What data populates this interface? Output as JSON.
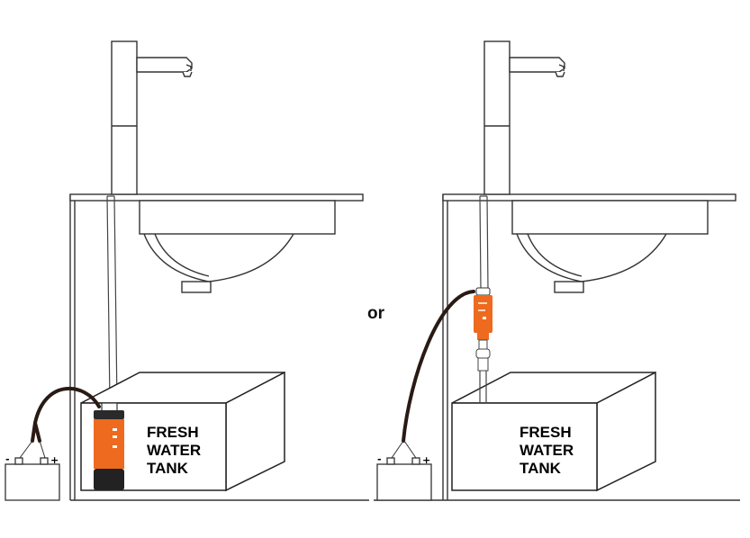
{
  "left_panel": {
    "tank_label_lines": [
      "FRESH",
      "WATER",
      "TANK"
    ],
    "battery": {
      "minus": "-",
      "plus": "+"
    }
  },
  "separator_text": "or",
  "right_panel": {
    "tank_label_lines": [
      "FRESH",
      "WATER",
      "TANK"
    ],
    "battery": {
      "minus": "-",
      "plus": "+"
    }
  },
  "colors": {
    "pump_orange": "#ee6a1e",
    "pump_dark": "#222222",
    "cable": "#2a1a14",
    "line": "#333333"
  },
  "icons": [
    "faucet-icon",
    "sink-icon",
    "submersible-pump-icon",
    "inline-pump-icon",
    "battery-icon",
    "water-tank-icon"
  ]
}
